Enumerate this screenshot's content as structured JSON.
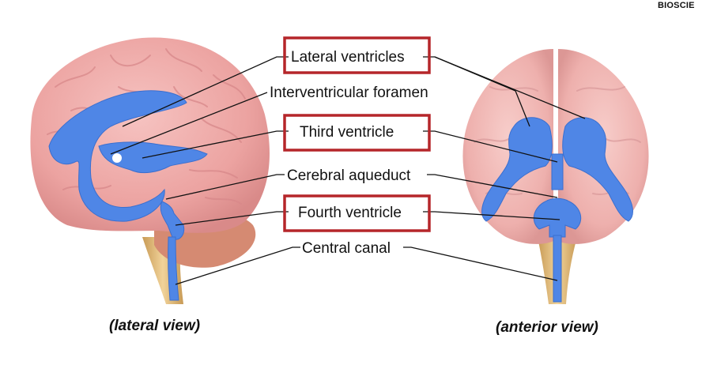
{
  "watermark": "BIOSCIE",
  "labels": {
    "lateral_ventricles": "Lateral ventricles",
    "interventricular_foramen": "Interventricular foramen",
    "third_ventricle": "Third ventricle",
    "cerebral_aqueduct": "Cerebral aqueduct",
    "fourth_ventricle": "Fourth ventricle",
    "central_canal": "Central canal"
  },
  "captions": {
    "lateral": "(lateral view)",
    "anterior": "(anterior view)"
  },
  "colors": {
    "brain": "#efaaa8",
    "brain_shade": "#d98d8d",
    "ventricle": "#4f86e6",
    "cerebellum": "#d98a70",
    "brainstem": "#dcb57a",
    "highlight_box": "#b5262a",
    "leader_line": "#111111"
  }
}
